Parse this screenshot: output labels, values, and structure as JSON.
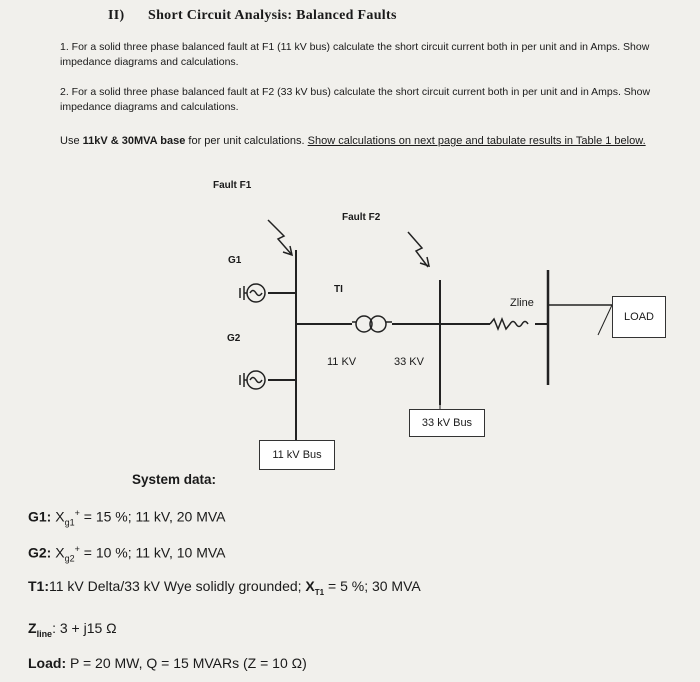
{
  "header": {
    "section": "II)",
    "title": "Short Circuit Analysis: Balanced Faults"
  },
  "questions": [
    "1. For a solid three phase balanced fault at F1 (11 kV bus) calculate the short circuit current both in per unit and in Amps. Show impedance diagrams and calculations.",
    "2. For a solid three phase balanced fault at F2 (33 kV bus) calculate the short circuit current both in per unit and in Amps. Show impedance diagrams and calculations."
  ],
  "instruction": {
    "prefix": "Use ",
    "base": "11kV & 30MVA base",
    "middle": " for per unit calculations. ",
    "underlined": "Show calculations on next page and tabulate results in Table 1 below."
  },
  "diagram": {
    "fault_f1": "Fault F1",
    "fault_f2": "Fault F2",
    "g1": "G1",
    "g2": "G2",
    "t1": "TI",
    "kv11": "11 KV",
    "kv33": "33 KV",
    "zline": "Zline",
    "load": "LOAD",
    "bus33": "33 kV Bus",
    "bus11": "11 kV Bus"
  },
  "system": {
    "heading": "System data:",
    "g1": {
      "name": "G1:",
      "x": "X",
      "sub": "g1",
      "sup": "+",
      "rest": " = 15 %;  11 kV, 20 MVA"
    },
    "g2": {
      "name": "G2:",
      "x": "X",
      "sub": "g2",
      "sup": "+",
      "rest": " = 10 %;  11 kV, 10 MVA"
    },
    "t1": {
      "name": "T1:",
      "text": "11 kV Delta/33 kV Wye solidly grounded;",
      "x": "X",
      "sub": "T1",
      "rest": " = 5 %; 30 MVA"
    },
    "zline": {
      "name": "Z",
      "sub": "line",
      "rest": ":   3 + j15 Ω"
    },
    "load": {
      "name": "Load:",
      "rest": " P = 20 MW, Q = 15 MVARs (Z = 10 Ω)"
    }
  }
}
